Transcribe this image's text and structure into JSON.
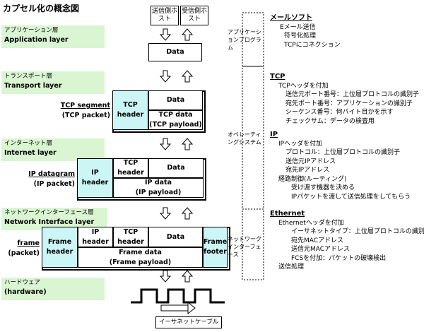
{
  "title": "カプセル化の概念図",
  "hosts": [
    "送信側ホスト",
    "受信側ホスト"
  ],
  "layers": [
    {
      "ja": "アプリケーション層",
      "en": "Application layer"
    },
    {
      "ja": "トランスポート層",
      "en": "Transport layer"
    },
    {
      "ja": "インターネット層",
      "en": "Internet layer"
    },
    {
      "ja": "ネットワークインターフェース層",
      "en": "Network Interface layer"
    },
    {
      "ja": "ハードウェア",
      "en": "(hardware)"
    }
  ],
  "app_box": {
    "data": "Data"
  },
  "tcp": {
    "label_name": "TCP segment",
    "label_sub": "(TCP packet)",
    "header": "TCP header",
    "data": "Data",
    "payload1": "TCP data",
    "payload2": "(TCP payload)"
  },
  "ip": {
    "label_name": "IP datagram",
    "label_sub": "(IP packet)",
    "header": "IP header",
    "tcp_header": "TCP header",
    "data": "Data",
    "payload1": "IP data",
    "payload2": "(IP payload)"
  },
  "frame": {
    "label_name": "frame",
    "label_sub": "(packet)",
    "header": "Frame header",
    "ip_header": "IP header",
    "tcp_header": "TCP header",
    "data": "Data",
    "footer": "Frame footer",
    "payload1": "Frame data",
    "payload2": "(Frame payload)"
  },
  "cable_label": "イーサネットケーブル",
  "side_groups": [
    {
      "label": "アプリケーションプログラム"
    },
    {
      "label": "オペレーティングシステム"
    },
    {
      "label": "ネットワークインターフェース"
    }
  ],
  "right": {
    "mail": {
      "title": "メールソフト",
      "lines": [
        "Eメール送信",
        "符号化処理",
        "TCPにコネクション"
      ]
    },
    "tcp": {
      "title": "TCP",
      "lines": [
        "TCPヘッダを付加",
        "送信元ポート番号：上位層プロトコルの識別子",
        "宛先ポート番号：アプリケーションの識別子",
        "シーケンス番号：何バイト目かを示す",
        "チェックサム：データの検査用"
      ]
    },
    "ip": {
      "title": "IP",
      "lines": [
        "IPヘッダを付加",
        "プロトコル：上位層プロトコルの識別子",
        "送信元IPアドレス",
        "宛先IPアドレス",
        "経路制御(ルーティング)",
        "受け渡す機器を決める",
        "IPパケットを渡して送信処理をしてもらう"
      ]
    },
    "eth": {
      "title": "Ethernet",
      "lines": [
        "Ethernetヘッダを付加",
        "イーサネットタイプ：上位層プロトコルの識別子",
        "宛先MACアドレス",
        "送信元MACアドレス",
        "FCSを付加：パケットの破壊検出",
        "送信処理"
      ]
    }
  }
}
